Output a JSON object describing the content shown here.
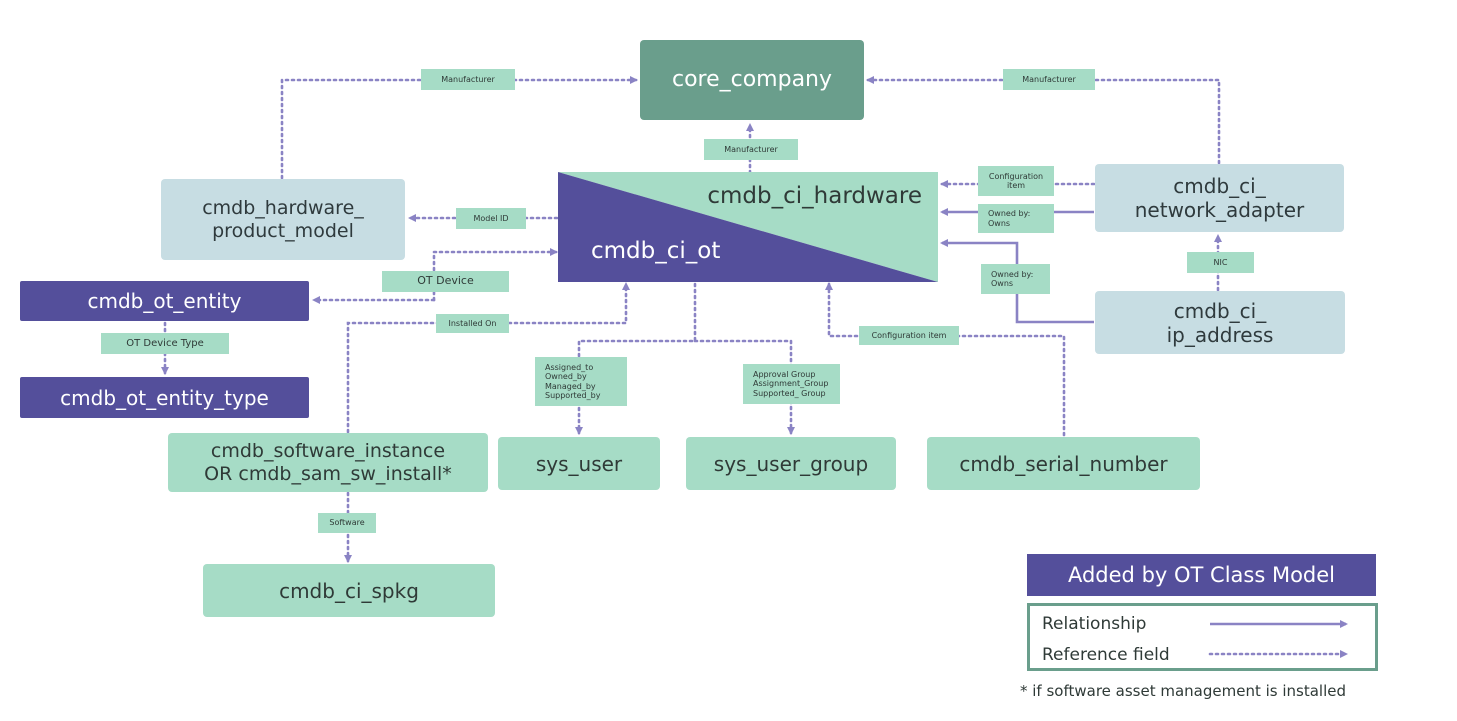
{
  "nodes": {
    "core_company": "core_company",
    "cmdb_ci_hardware": "cmdb_ci_hardware",
    "cmdb_ci_ot": "cmdb_ci_ot",
    "cmdb_hardware_product_model": "cmdb_hardware_\nproduct_model",
    "cmdb_ci_network_adapter": "cmdb_ci_\nnetwork_adapter",
    "cmdb_ci_ip_address": "cmdb_ci_\nip_address",
    "cmdb_ot_entity": "cmdb_ot_entity",
    "cmdb_ot_entity_type": "cmdb_ot_entity_type",
    "cmdb_software_instance": "cmdb_software_instance\nOR cmdb_sam_sw_install*",
    "sys_user": "sys_user",
    "sys_user_group": "sys_user_group",
    "cmdb_serial_number": "cmdb_serial_number",
    "cmdb_ci_spkg": "cmdb_ci_spkg"
  },
  "edge_labels": {
    "manufacturer_left": "Manufacturer",
    "manufacturer_right": "Manufacturer",
    "manufacturer_center": "Manufacturer",
    "model_id": "Model ID",
    "configuration_item_top": "Configuration\nitem",
    "owned_by_top": "Owned by:\nOwns",
    "owned_by_bottom": "Owned by:\nOwns",
    "nic": "NIC",
    "ot_device": "OT Device",
    "ot_device_type": "OT Device Type",
    "installed_on": "Installed On",
    "assigned_to": "Assigned_to\nOwned_by\nManaged_by\nSupported_by",
    "approval_group": "Approval Group\nAssignment_Group\nSupported_ Group",
    "configuration_item_bottom": "Configuration item",
    "software": "Software"
  },
  "legend": {
    "title": "Added by OT Class Model",
    "relationship": "Relationship",
    "reference_field": "Reference field",
    "footnote": "* if software asset management is installed"
  },
  "colors": {
    "green_node": "#a6dcc6",
    "blue_node": "#c7dde3",
    "purple_node": "#544f9b",
    "teal_node": "#6a9e8c",
    "connector": "#8a83c4"
  }
}
